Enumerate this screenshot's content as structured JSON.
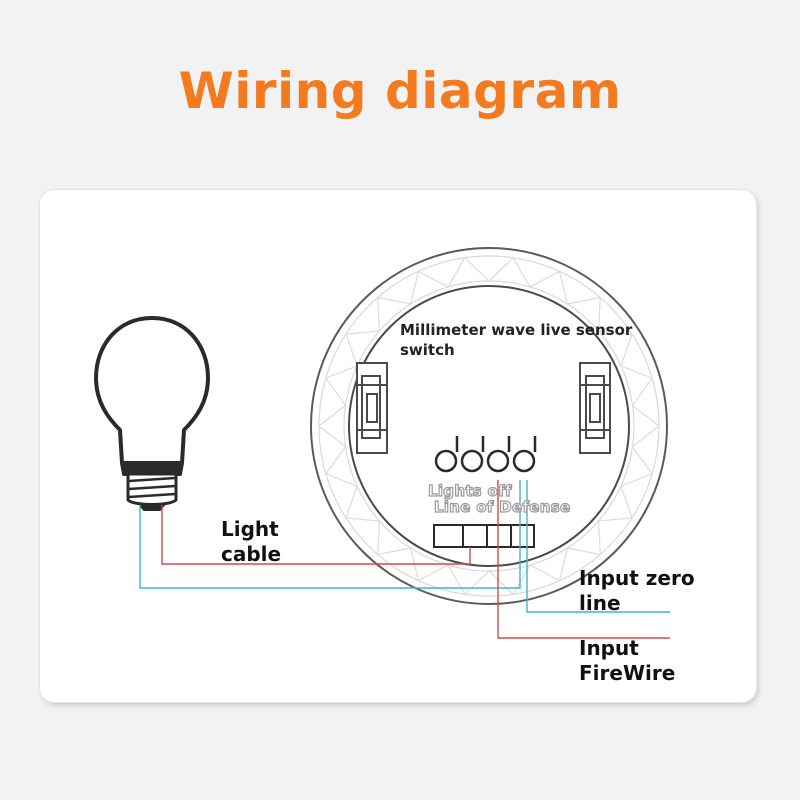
{
  "title": "Wiring diagram",
  "sensor": {
    "line1": "Millimeter wave live sensor",
    "line2": "switch"
  },
  "terminals": {
    "lights_off": "Lights off",
    "line_of_defense": "Line of Defense"
  },
  "labels": {
    "light_cable": [
      "Light",
      "cable"
    ],
    "input_zero_line": [
      "Input zero",
      "line"
    ],
    "input_firewire": [
      "Input",
      "FireWire"
    ]
  },
  "colors": {
    "title": "#f47a1f",
    "live_wire": "#d24a4a",
    "neutral_wire": "#3fb6c8"
  }
}
